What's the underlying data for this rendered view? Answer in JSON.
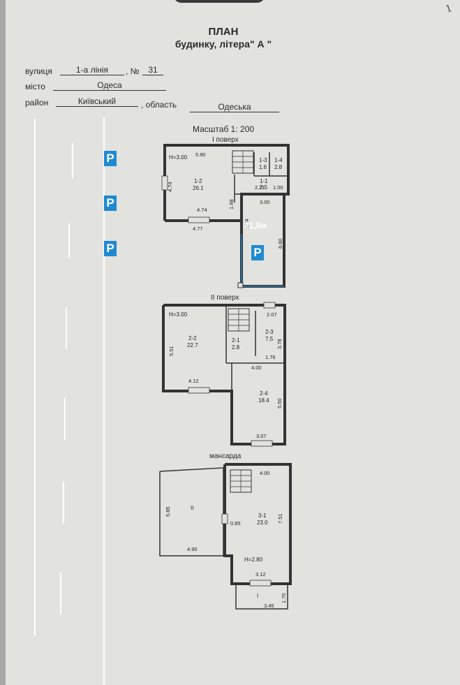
{
  "header": {
    "title_line1": "ПЛАН",
    "title_line2": "будинку, літера\" А \"",
    "corner_mark": "1"
  },
  "fields": {
    "street_label": "вулиця",
    "street_value": "1-а лінія",
    "number_label": ", №",
    "number_value": "31",
    "city_label": "місто",
    "city_value": "Одеса",
    "district_label": "район",
    "district_value": "Київський",
    "region_label": ", область",
    "region_value": "Одеська"
  },
  "scale": "Масштаб 1: 200",
  "floors": {
    "floor1": {
      "title": "I поверх",
      "height": "Н=3.00",
      "rooms": [
        {
          "id": "1-2",
          "area": "26.1"
        },
        {
          "id": "1-1",
          "area": "2.5"
        },
        {
          "id": "1-3",
          "area": "1.6"
        },
        {
          "id": "1-4",
          "area": "2.8"
        }
      ],
      "dims": {
        "top": "5.90",
        "left": "4.74",
        "inner_bottom": "4.74",
        "bottom": "4.77",
        "mid_v": "1.98",
        "corridor": "2.21",
        "small": "1.00",
        "annex_top": "3.00",
        "annex_left": "2.74",
        "annex_right": "6.60"
      }
    },
    "floor2": {
      "title": "II поверх",
      "height": "Н=3.00",
      "rooms": [
        {
          "id": "2-2",
          "area": "22.7"
        },
        {
          "id": "2-1",
          "area": "2.8"
        },
        {
          "id": "2-3",
          "area": "7.5"
        },
        {
          "id": "2-4",
          "area": "18.4"
        }
      ],
      "dims": {
        "top_right": "2.07",
        "left": "5.51",
        "right": "3.78",
        "inner": "1.76",
        "mid": "4.00",
        "bottom_left": "4.12",
        "annex_right": "5.50",
        "annex_bottom": "3.07"
      }
    },
    "attic": {
      "title": "мансарда",
      "height": "Н=2.80",
      "rooms": [
        {
          "id": "II",
          "area": ""
        },
        {
          "id": "3-1",
          "area": "23.0"
        },
        {
          "id": "I",
          "area": ""
        }
      ],
      "dims": {
        "left": "5.85",
        "bottom_left": "4.90",
        "top_right": "4.00",
        "right": "7.51",
        "inner": "0.85",
        "bottom": "3.12",
        "porch_bottom": "3.45",
        "porch_right": "1.70"
      }
    }
  },
  "overlay": {
    "parking_letter": "P",
    "area_measure": "21,8м",
    "badge_color": "#1f8ad1"
  }
}
